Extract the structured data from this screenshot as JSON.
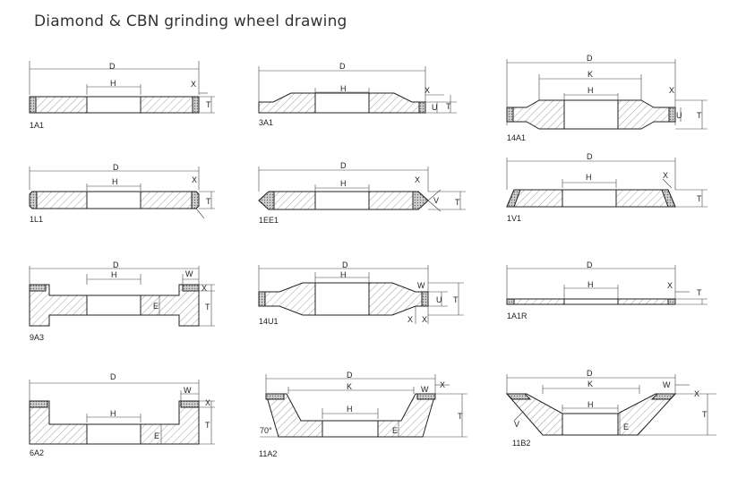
{
  "title": "Diamond & CBN grinding wheel drawing",
  "colors": {
    "line": "#222222",
    "hatch": "#888888",
    "abrasive": "#bbbbbb"
  },
  "wheels": [
    {
      "code": "1A1",
      "dims": [
        "D",
        "H",
        "X",
        "T"
      ]
    },
    {
      "code": "3A1",
      "dims": [
        "D",
        "H",
        "X",
        "U",
        "T"
      ]
    },
    {
      "code": "14A1",
      "dims": [
        "D",
        "K",
        "H",
        "X",
        "U",
        "T"
      ]
    },
    {
      "code": "1L1",
      "dims": [
        "D",
        "H",
        "X",
        "T"
      ]
    },
    {
      "code": "1EE1",
      "dims": [
        "D",
        "H",
        "X",
        "V",
        "T"
      ]
    },
    {
      "code": "1V1",
      "dims": [
        "D",
        "H",
        "X",
        "T"
      ]
    },
    {
      "code": "9A3",
      "dims": [
        "D",
        "H",
        "W",
        "X",
        "E",
        "T"
      ]
    },
    {
      "code": "14U1",
      "dims": [
        "D",
        "H",
        "W",
        "U",
        "T",
        "X",
        "X"
      ]
    },
    {
      "code": "1A1R",
      "dims": [
        "D",
        "H",
        "X",
        "T"
      ]
    },
    {
      "code": "6A2",
      "dims": [
        "D",
        "H",
        "W",
        "X",
        "T",
        "E"
      ]
    },
    {
      "code": "11A2",
      "dims": [
        "D",
        "K",
        "W",
        "X",
        "H",
        "70°",
        "E",
        "T"
      ]
    },
    {
      "code": "11B2",
      "dims": [
        "D",
        "K",
        "W",
        "X",
        "H",
        "V",
        "E",
        "T"
      ]
    }
  ]
}
